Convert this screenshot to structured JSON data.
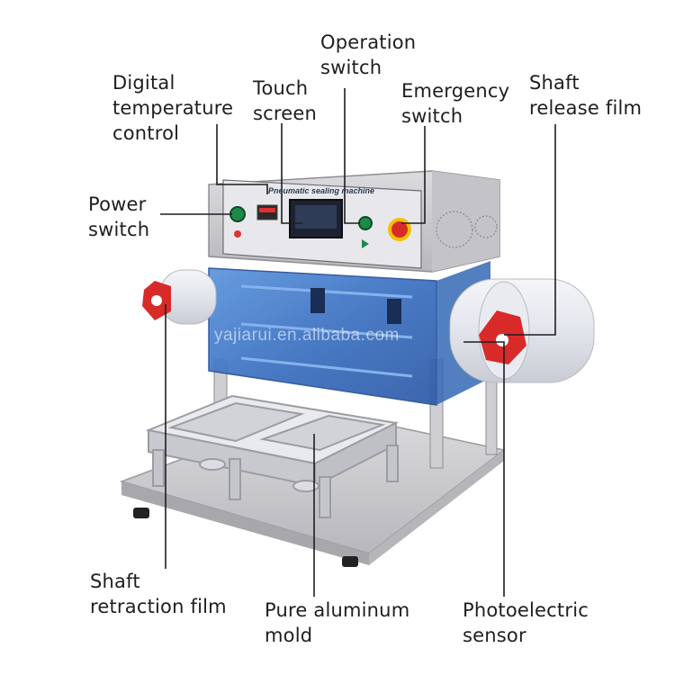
{
  "labels": {
    "digital_temperature_control": "Digital\ntemperature\ncontrol",
    "touch_screen": "Touch\nscreen",
    "operation_switch": "Operation\nswitch",
    "emergency_switch": "Emergency\nswitch",
    "shaft_release_film": "Shaft\nrelease film",
    "power_switch": "Power\nswitch",
    "shaft_retraction_film": "Shaft\nretraction film",
    "pure_aluminum_mold": "Pure aluminum\nmold",
    "photoelectric_sensor": "Photoelectric\nsensor"
  },
  "machine": {
    "panel_title": "Pneumatic sealing machine",
    "watermark": "yajiarui.en.alibaba.com"
  },
  "colors": {
    "leader_line": "#1e1e1e",
    "steel": "#c9c9cc",
    "blue_cover": "#3f78c9",
    "red_hub": "#d92a2a",
    "green_button": "#1d8a4a"
  }
}
